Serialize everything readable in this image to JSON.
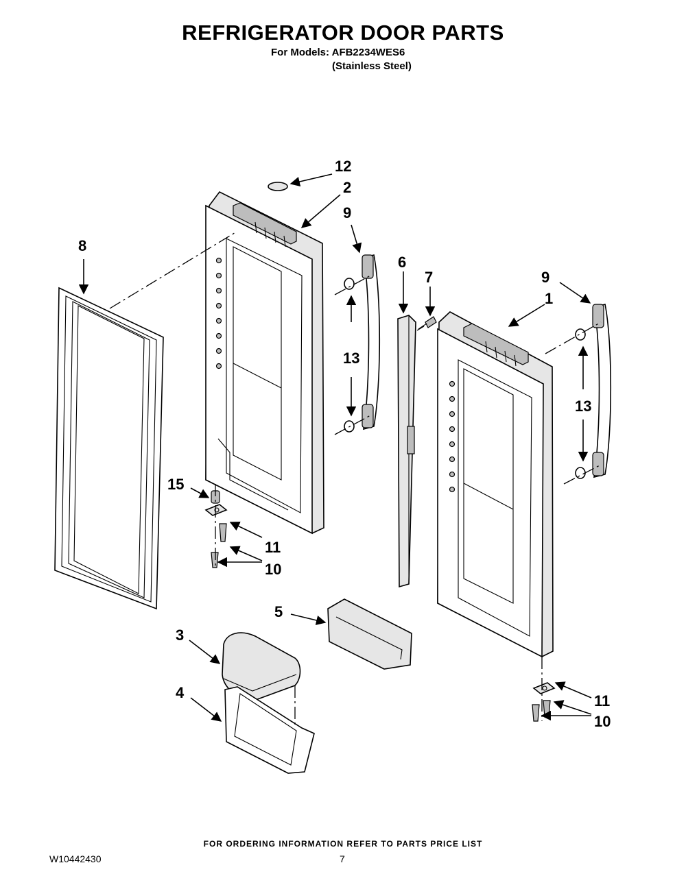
{
  "header": {
    "title": "REFRIGERATOR DOOR PARTS",
    "models_line": "For Models: AFB2234WES6",
    "finish_line": "(Stainless Steel)"
  },
  "callouts": [
    {
      "id": "c12",
      "label": "12"
    },
    {
      "id": "c2",
      "label": "2"
    },
    {
      "id": "c9a",
      "label": "9"
    },
    {
      "id": "c8",
      "label": "8"
    },
    {
      "id": "c6",
      "label": "6"
    },
    {
      "id": "c7",
      "label": "7"
    },
    {
      "id": "c9b",
      "label": "9"
    },
    {
      "id": "c1",
      "label": "1"
    },
    {
      "id": "c13a",
      "label": "13"
    },
    {
      "id": "c13b",
      "label": "13"
    },
    {
      "id": "c15",
      "label": "15"
    },
    {
      "id": "c11a",
      "label": "11"
    },
    {
      "id": "c10a",
      "label": "10"
    },
    {
      "id": "c5",
      "label": "5"
    },
    {
      "id": "c3",
      "label": "3"
    },
    {
      "id": "c4",
      "label": "4"
    },
    {
      "id": "c11b",
      "label": "11"
    },
    {
      "id": "c10b",
      "label": "10"
    }
  ],
  "footer": {
    "ordering_note": "FOR ORDERING INFORMATION REFER TO PARTS PRICE LIST",
    "document_number": "W10442430",
    "page_number": "7"
  }
}
